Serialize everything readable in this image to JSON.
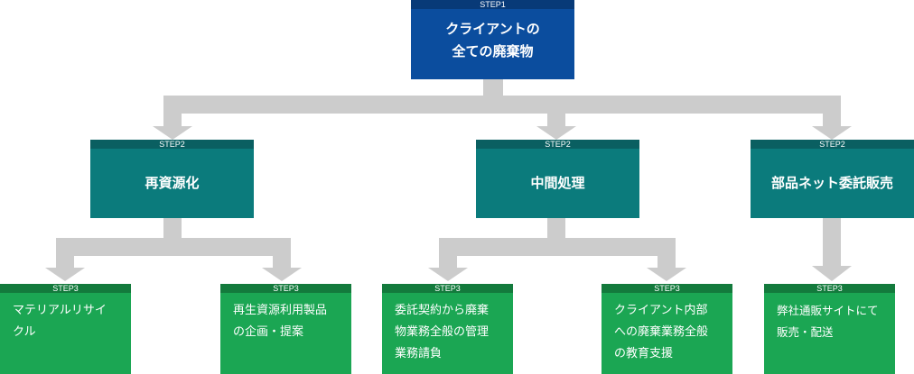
{
  "root": {
    "step": "STEP1",
    "lines": [
      "クライアントの",
      "全ての廃棄物"
    ]
  },
  "branches": [
    {
      "step": "STEP2",
      "label": "再資源化"
    },
    {
      "step": "STEP2",
      "label": "中間処理"
    },
    {
      "step": "STEP2",
      "label": "部品ネット委託販売"
    }
  ],
  "leaves": [
    {
      "step": "STEP3",
      "lines": [
        "マテリアルリサイ",
        "クル"
      ]
    },
    {
      "step": "STEP3",
      "lines": [
        "再生資源利用製品",
        "の企画・提案"
      ]
    },
    {
      "step": "STEP3",
      "lines": [
        "委託契約から廃棄",
        "物業務全般の管理",
        "業務請負"
      ]
    },
    {
      "step": "STEP3",
      "lines": [
        "クライアント内部",
        "への廃棄業務全般",
        "の教育支援"
      ]
    },
    {
      "step": "STEP3",
      "lines": [
        "弊社通販サイトにて",
        "販売・配送"
      ]
    }
  ],
  "colors": {
    "step1": "#0b4d9e",
    "step1_tag": "#083a78",
    "step2": "#0b7b7c",
    "step2_tag": "#0a5f61",
    "step3": "#1ba653",
    "step3_tag": "#137a3c",
    "connector": "#cccccc"
  }
}
